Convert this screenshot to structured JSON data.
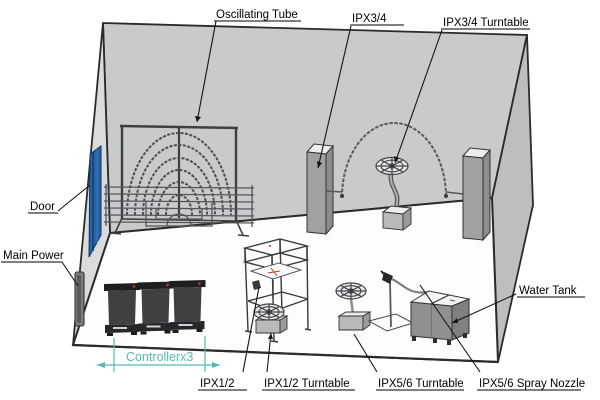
{
  "diagram": {
    "labels": {
      "oscillating_tube": "Oscillating Tube",
      "ipx34": "IPX3/4",
      "ipx34_turntable": "IPX3/4 Turntable",
      "door": "Door",
      "main_power": "Main Power",
      "water_tank": "Water Tank",
      "controller_dim": "Controllerx3",
      "ipx12": "IPX1/2",
      "ipx12_turntable": "IPX1/2 Turntable",
      "ipx56_turntable": "IPX5/6 Turntable",
      "ipx56_spray_nozzle": "IPX5/6 Spray Nozzle"
    },
    "colors": {
      "door": "#2a64a8",
      "dimension": "#58b9b4",
      "wall_back": "#c9cacc",
      "wall_left": "#dadbdc",
      "wall_right": "#bcbec0",
      "floor": "#fdfdfd",
      "outline": "#2b2b2b",
      "label": "#000000"
    }
  }
}
